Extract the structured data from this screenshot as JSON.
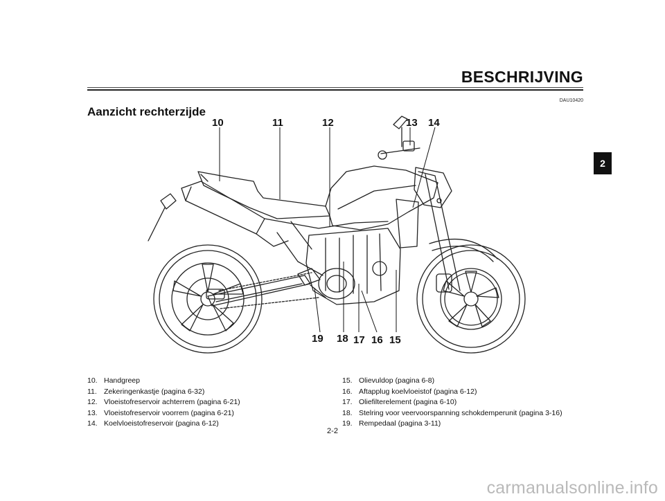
{
  "header": {
    "title": "BESCHRIJVING",
    "doc_code": "DAU10420"
  },
  "section_title": "Aanzicht rechterzijde",
  "chapter_tab": "2",
  "callouts": {
    "c10": "10",
    "c11": "11",
    "c12": "12",
    "c13": "13",
    "c14": "14",
    "c15": "15",
    "c16": "16",
    "c17": "17",
    "c18": "18",
    "c19": "19"
  },
  "legend_left": [
    {
      "num": "10.",
      "text": "Handgreep"
    },
    {
      "num": "11.",
      "text": "Zekeringenkastje (pagina 6-32)"
    },
    {
      "num": "12.",
      "text": "Vloeistofreservoir achterrem (pagina 6-21)"
    },
    {
      "num": "13.",
      "text": "Vloeistofreservoir voorrem (pagina 6-21)"
    },
    {
      "num": "14.",
      "text": "Koelvloeistofreservoir (pagina 6-12)"
    }
  ],
  "legend_right": [
    {
      "num": "15.",
      "text": "Olievuldop (pagina 6-8)"
    },
    {
      "num": "16.",
      "text": "Aftapplug koelvloeistof (pagina 6-12)"
    },
    {
      "num": "17.",
      "text": "Oliefilterelement (pagina 6-10)"
    },
    {
      "num": "18.",
      "text": "Stelring voor veervoorspanning schokdemperunit (pagina 3-16)"
    },
    {
      "num": "19.",
      "text": "Rempedaal (pagina 3-11)"
    }
  ],
  "page_number": "2-2",
  "watermark": "carmanualsonline.info"
}
